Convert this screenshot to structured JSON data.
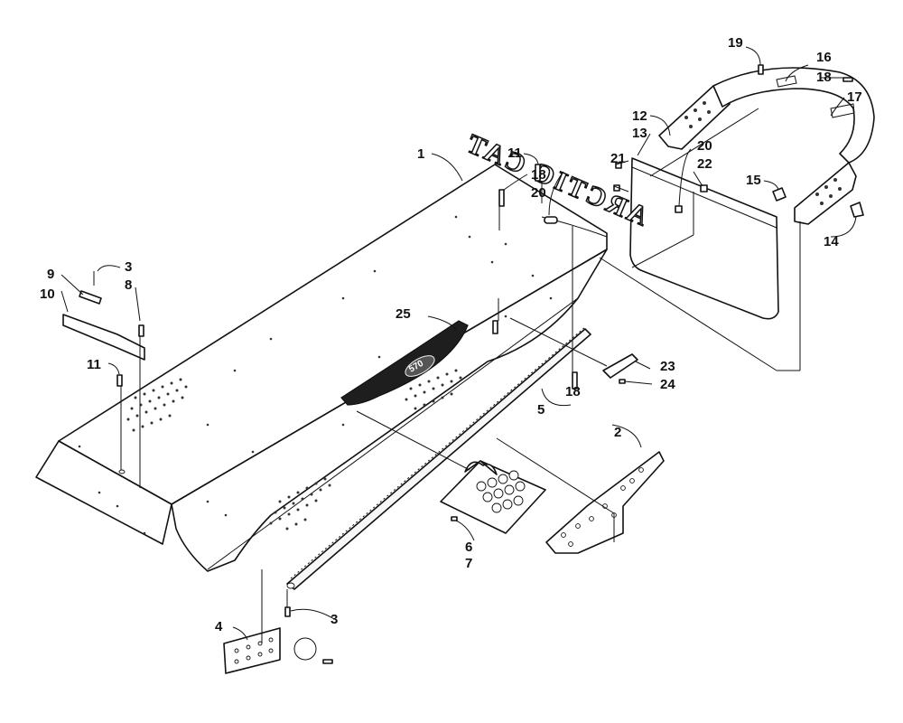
{
  "diagram": {
    "embossed_text": "ARCTIC CAT",
    "badge_text": "570",
    "callouts": [
      "1",
      "2",
      "3",
      "3",
      "4",
      "5",
      "6",
      "7",
      "8",
      "9",
      "10",
      "11",
      "11",
      "11",
      "12",
      "13",
      "14",
      "15",
      "16",
      "17",
      "18",
      "18",
      "18",
      "18",
      "19",
      "20",
      "20",
      "21",
      "22",
      "23",
      "24",
      "25"
    ]
  }
}
